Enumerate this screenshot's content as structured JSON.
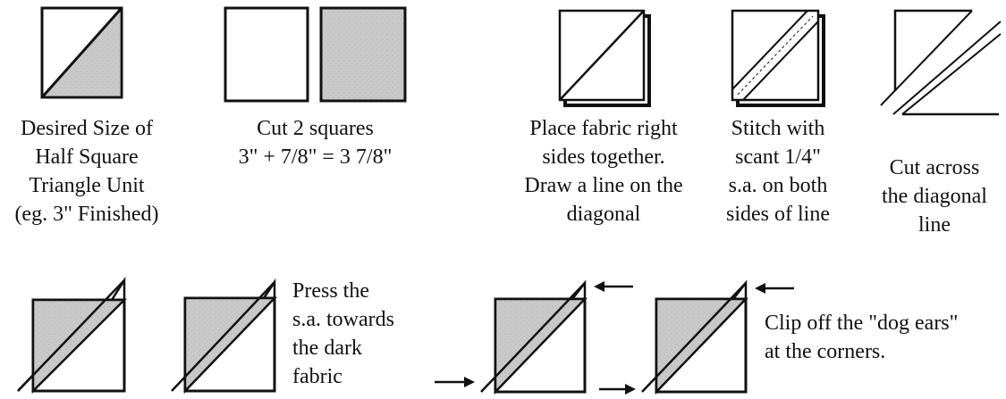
{
  "steps": [
    {
      "caption": "Desired Size of\nHalf Square\nTriangle Unit\n(eg. 3\" Finished)"
    },
    {
      "caption": "Cut 2 squares\n3\" + 7/8\" = 3 7/8\""
    },
    {
      "caption": "Place fabric right\nsides together.\nDraw a line on the\ndiagonal"
    },
    {
      "caption": "Stitch with\nscant 1/4\"\ns.a. on both\nsides of line"
    },
    {
      "caption": "Cut across\nthe diagonal\nline"
    },
    {
      "caption": "Press the\ns.a. towards\nthe dark\nfabric"
    },
    {
      "caption": "Clip off the \"dog ears\"\nat the corners."
    }
  ],
  "colors": {
    "line": "#111111",
    "fabric_dark": "#c9c9c9",
    "fabric_light": "#ffffff"
  }
}
